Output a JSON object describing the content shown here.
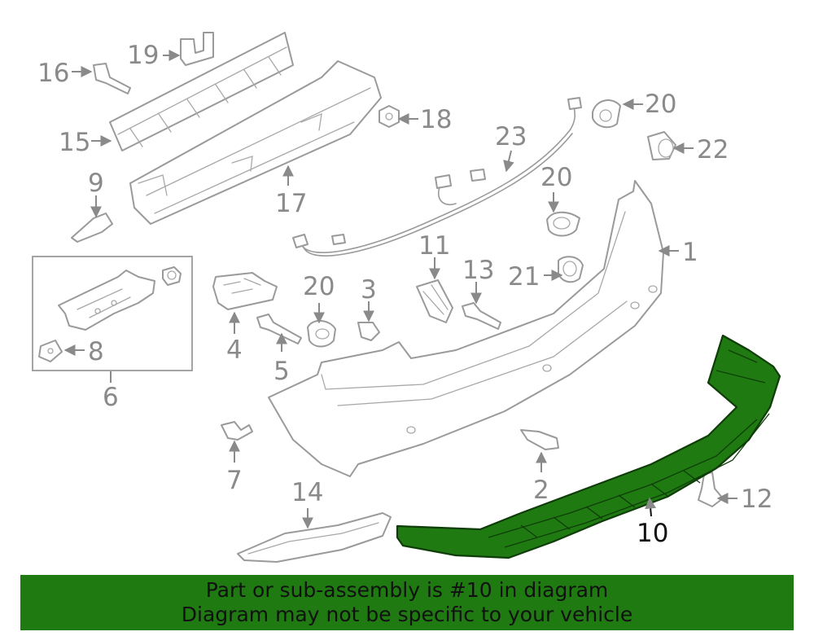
{
  "callouts": {
    "c1": "1",
    "c2": "2",
    "c3": "3",
    "c4": "4",
    "c5": "5",
    "c6": "6",
    "c7": "7",
    "c8": "8",
    "c9": "9",
    "c10": "10",
    "c11": "11",
    "c12": "12",
    "c13": "13",
    "c14": "14",
    "c15": "15",
    "c16": "16",
    "c17": "17",
    "c18": "18",
    "c19": "19",
    "c20a": "20",
    "c20b": "20",
    "c20c": "20",
    "c21": "21",
    "c22": "22",
    "c23": "23"
  },
  "highlight": {
    "part_number": "10",
    "color": "#1f7a12"
  },
  "banner": {
    "line1": "Part or sub-assembly is #10 in diagram",
    "line2": "Diagram may not be specific to your vehicle"
  }
}
